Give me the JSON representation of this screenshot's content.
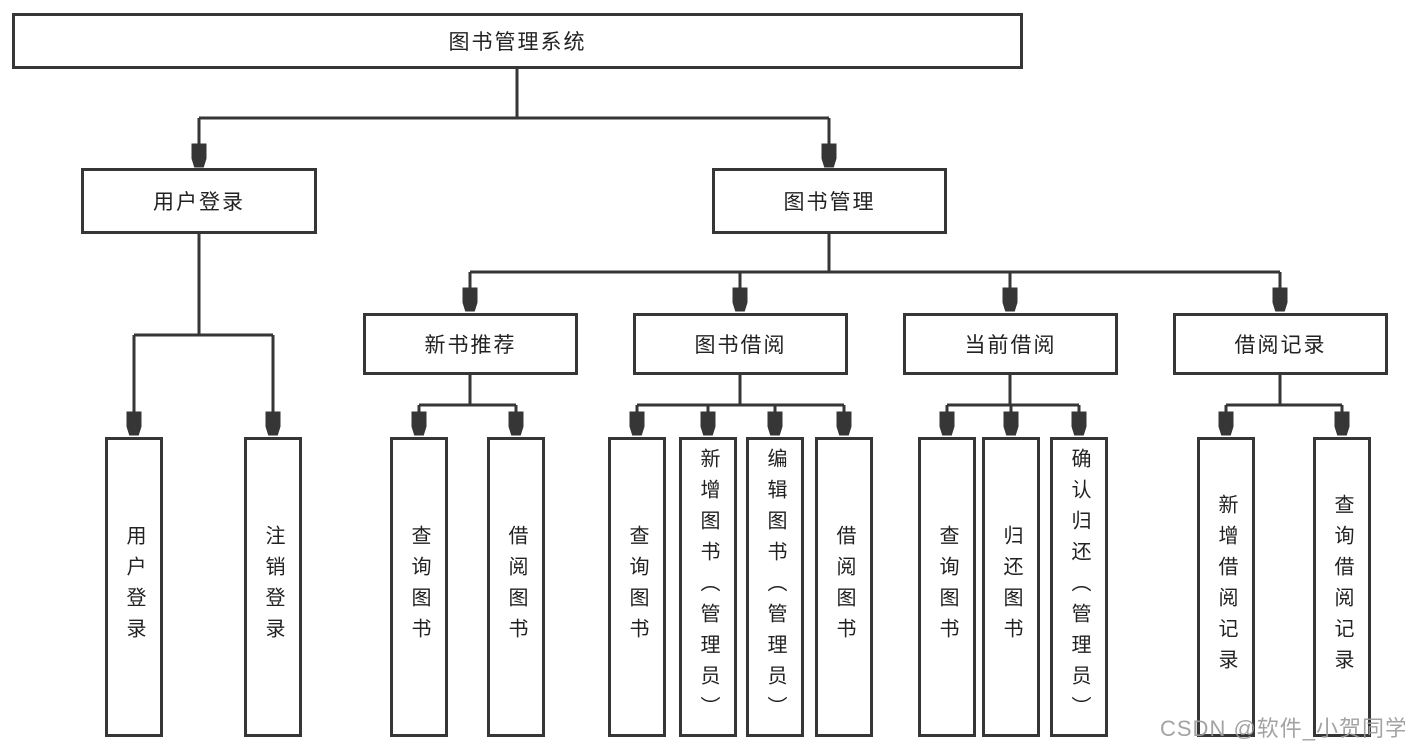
{
  "diagram": {
    "root": {
      "label": "图书管理系统"
    },
    "branches": [
      {
        "label": "用户登录",
        "children": [
          {
            "label": "用户登录"
          },
          {
            "label": "注销登录"
          }
        ]
      },
      {
        "label": "图书管理",
        "children": [
          {
            "label": "新书推荐",
            "children": [
              {
                "label": "查询图书"
              },
              {
                "label": "借阅图书"
              }
            ]
          },
          {
            "label": "图书借阅",
            "children": [
              {
                "label": "查询图书"
              },
              {
                "label": "新增图书（管理员）"
              },
              {
                "label": "编辑图书（管理员）"
              },
              {
                "label": "借阅图书"
              }
            ]
          },
          {
            "label": "当前借阅",
            "children": [
              {
                "label": "查询图书"
              },
              {
                "label": "归还图书"
              },
              {
                "label": "确认归还（管理员）"
              }
            ]
          },
          {
            "label": "借阅记录",
            "children": [
              {
                "label": "新增借阅记录"
              },
              {
                "label": "查询借阅记录"
              }
            ]
          }
        ]
      }
    ],
    "watermark": "CSDN @软件_小贺同学",
    "colors": {
      "line": "#363636",
      "box_border": "#363636",
      "text": "#222222",
      "background": "#ffffff",
      "watermark": "#9b9b9b"
    }
  }
}
